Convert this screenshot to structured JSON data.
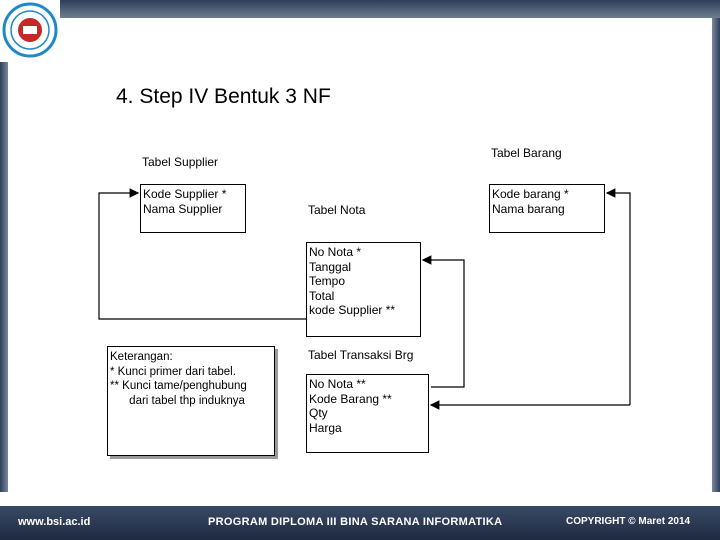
{
  "slide": {
    "title": "4. Step IV Bentuk 3 NF"
  },
  "tables": {
    "supplier": {
      "label": "Tabel Supplier",
      "fields": [
        "Kode Supplier *",
        "Nama Supplier"
      ]
    },
    "nota": {
      "label": "Tabel Nota",
      "fields": [
        "No Nota *",
        "Tanggal",
        "Tempo",
        "Total",
        "kode Supplier **"
      ]
    },
    "barang": {
      "label": "Tabel Barang",
      "fields": [
        "Kode barang *",
        "Nama barang"
      ]
    },
    "transaksi": {
      "label": "Tabel Transaksi Brg",
      "fields": [
        "No Nota **",
        "Kode Barang **",
        "Qty",
        "Harga"
      ]
    }
  },
  "legend": {
    "lines": [
      "Keterangan:",
      "*   Kunci primer dari tabel.",
      "**  Kunci tame/penghubung",
      "      dari tabel thp induknya"
    ]
  },
  "footer": {
    "url": "www.bsi.ac.id",
    "program": "PROGRAM DIPLOMA III BINA SARANA INFORMATIKA",
    "copyright": "COPYRIGHT © Maret 2014"
  },
  "colors": {
    "frame": "#2e3f5a",
    "logo_red": "#c62828",
    "logo_blue": "#1e88c8"
  }
}
